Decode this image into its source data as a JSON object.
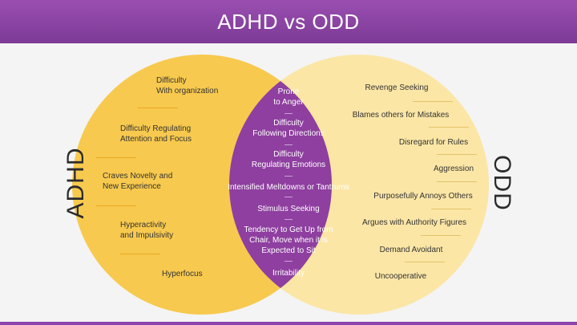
{
  "title": "ADHD vs ODD",
  "left_label": "ADHD",
  "right_label": "ODD",
  "colors": {
    "header": "#8e44ad",
    "left_circle": "#f7c94e",
    "right_circle": "#fbe6a6",
    "overlap": "#8e3f9f"
  },
  "adhd_items": [
    "Difficulty\nWith organization",
    "Difficulty Regulating\nAttention and Focus",
    "Craves Novelty and\nNew Experience",
    "Hyperactivity\nand Impulsivity",
    "Hyperfocus"
  ],
  "overlap_items": [
    "Prone\nto Anger",
    "Difficulty\nFollowing Directions",
    "Difficulty\nRegulating Emotions",
    "Intensified Meltdowns or Tantrums",
    "Stimulus Seeking",
    "Tendency to Get Up from\nChair, Move when it is\nExpected to Sit",
    "Irritability"
  ],
  "odd_items": [
    "Revenge Seeking",
    "Blames others for Mistakes",
    "Disregard for Rules",
    "Aggression",
    "Purposefully Annoys Others",
    "Argues with Authority Figures",
    "Demand Avoidant",
    "Uncooperative"
  ]
}
